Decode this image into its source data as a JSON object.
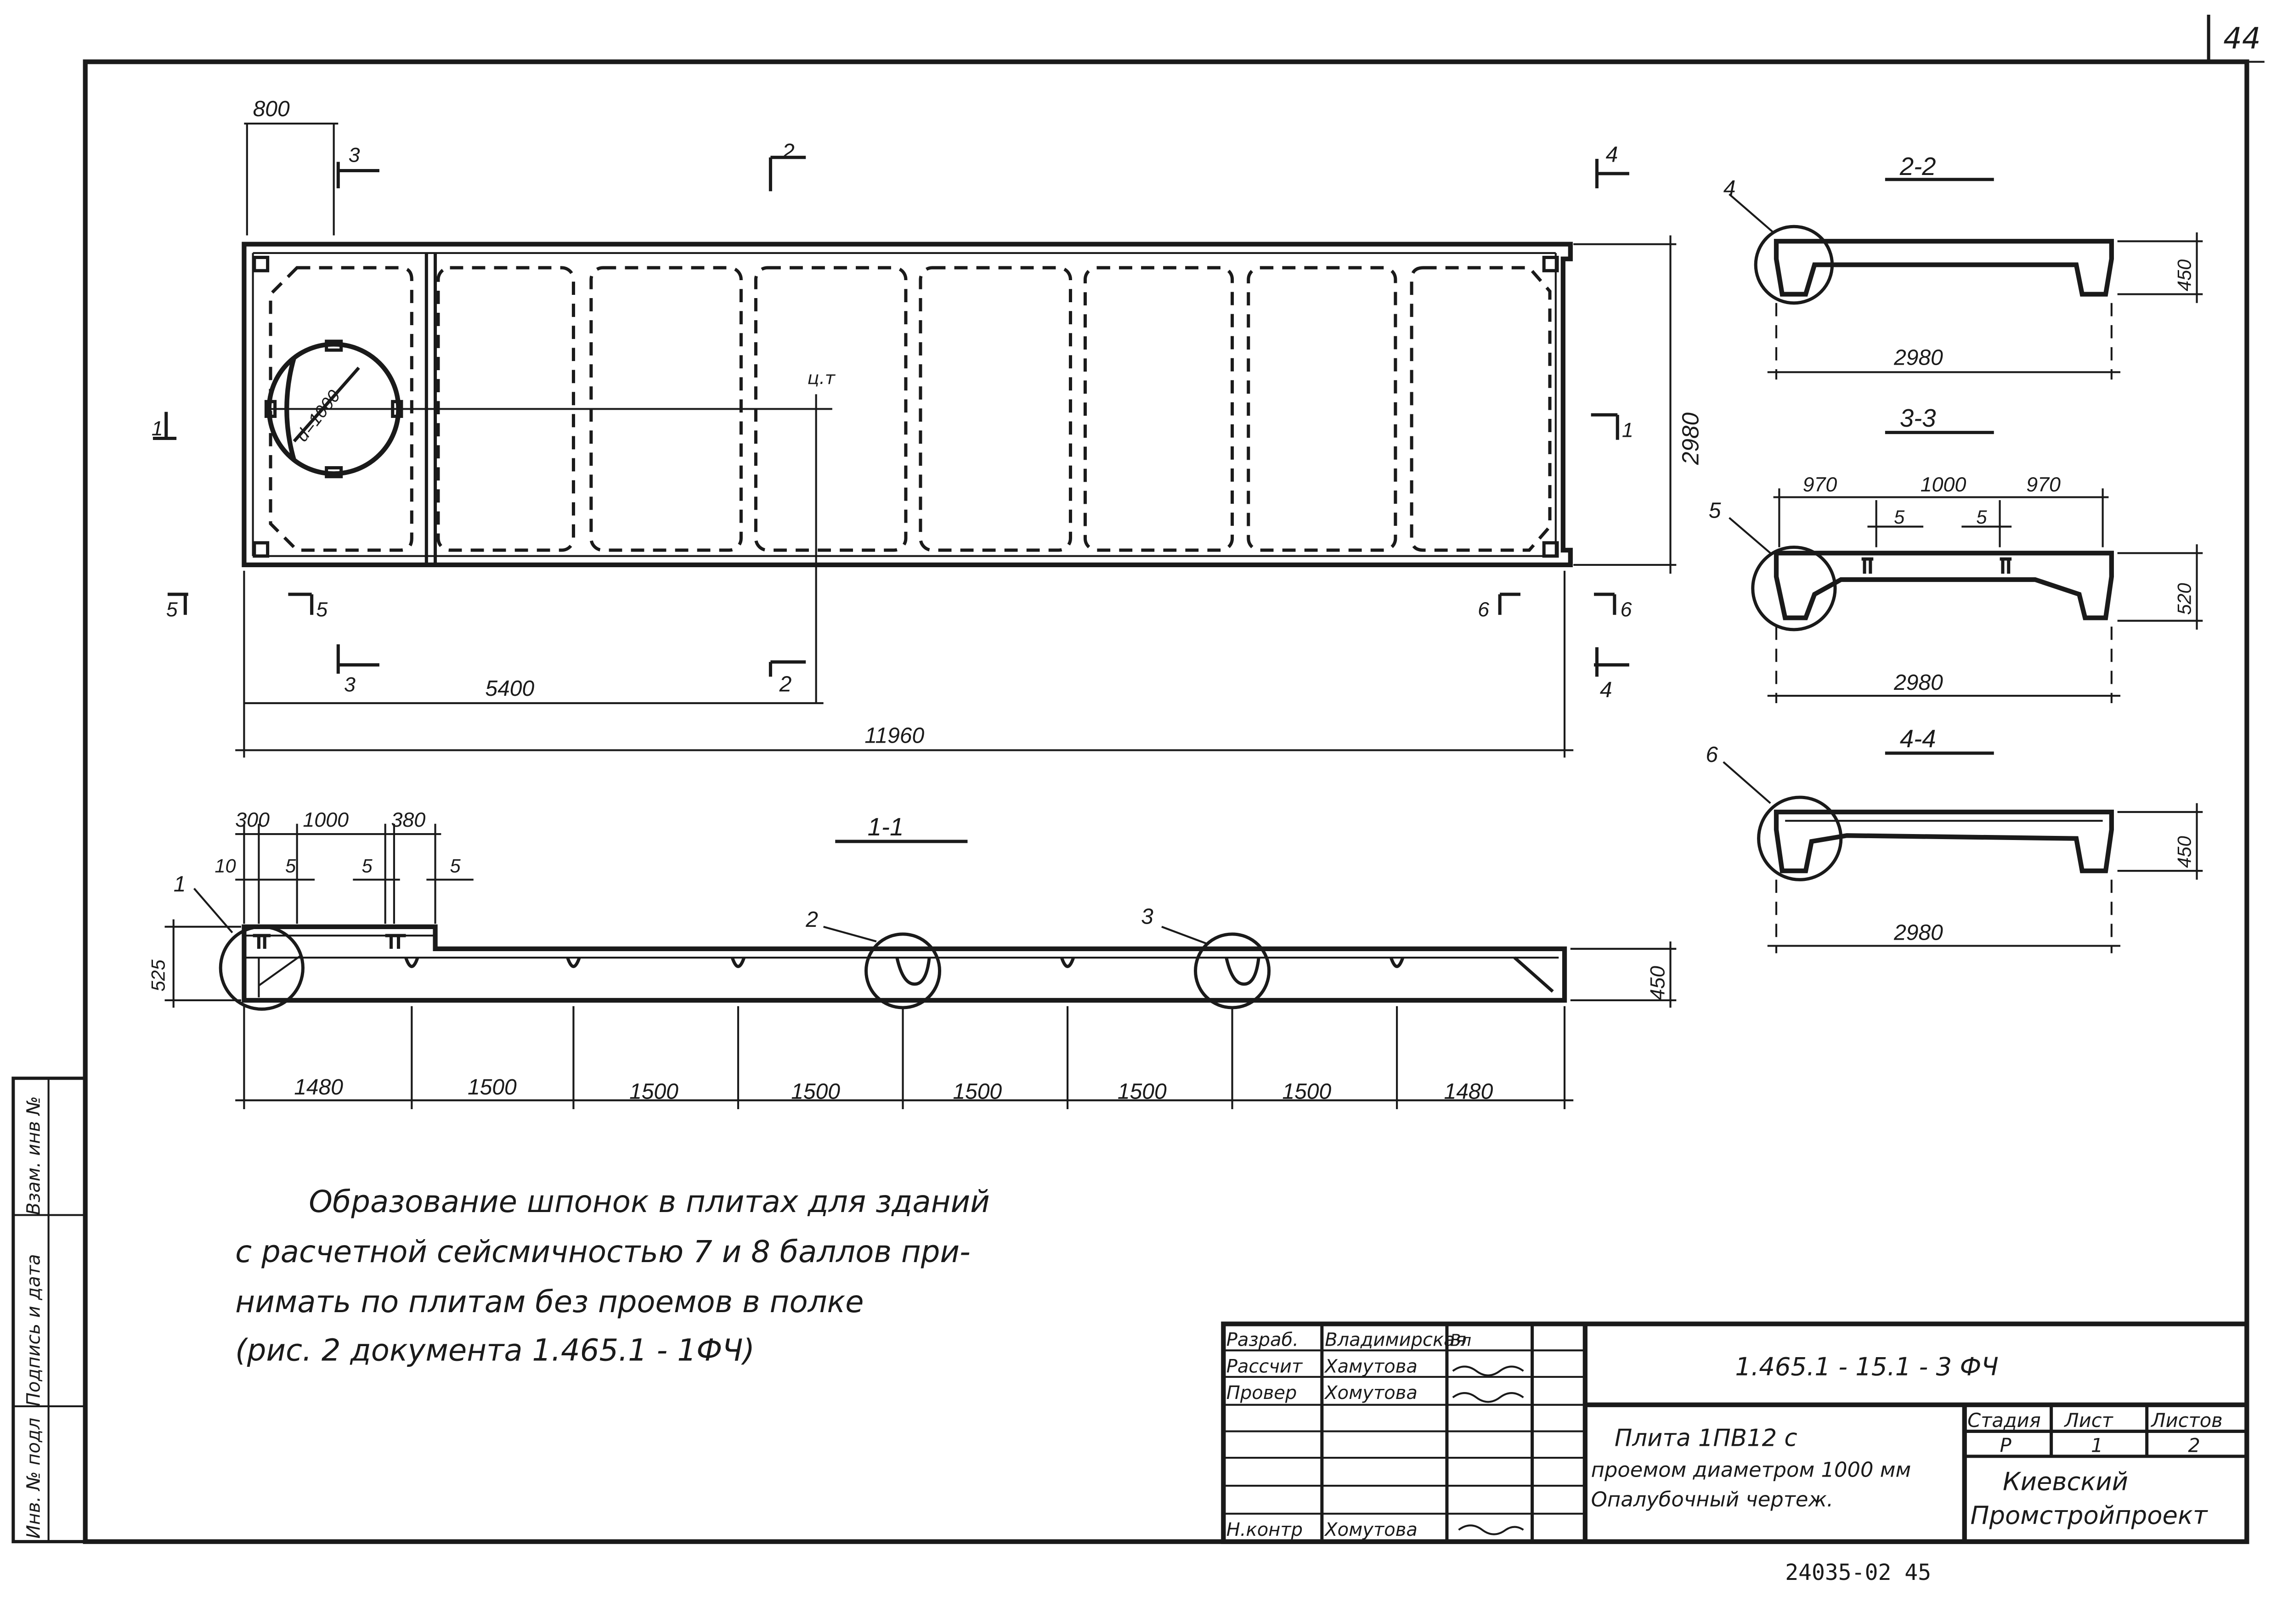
{
  "sheet_number": "44",
  "archive_number": "24035-02  45",
  "side_stamp": [
    "Взам. инв №",
    "Подпись и дата",
    "Инв. № подл"
  ],
  "plan": {
    "dim_800": "800",
    "dim_width": "2980",
    "dim_5400": "5400",
    "dim_length": "11960",
    "opening_label": "d=1000",
    "cg_label": "ц.т"
  },
  "cuts": {
    "c1": "1",
    "c2": "2",
    "c3": "3",
    "c4": "4",
    "c5": "5",
    "c6": "6"
  },
  "sections": {
    "s11": {
      "title": "1-1",
      "top_dims": [
        "300",
        "1000",
        "380"
      ],
      "mid_dims": [
        "10",
        "5",
        "5",
        "5"
      ],
      "left_height": "525",
      "right_height": "450",
      "details": [
        "1",
        "2",
        "3"
      ],
      "spans": [
        "1480",
        "1500",
        "1500",
        "1500",
        "1500",
        "1500",
        "1500",
        "1480"
      ]
    },
    "s22": {
      "title": "2-2",
      "detail": "4",
      "height": "450",
      "width": "2980"
    },
    "s33": {
      "title": "3-3",
      "detail": "5",
      "top_dims": [
        "970",
        "1000",
        "970"
      ],
      "small_dims": [
        "5",
        "5"
      ],
      "height": "520",
      "width": "2980"
    },
    "s44": {
      "title": "4-4",
      "detail": "6",
      "height": "450",
      "width": "2980"
    }
  },
  "note": [
    "Образование  шпонок  в плитах  для  зданий",
    "с расчетной  сейсмичностью  7 и 8  баллов  при-",
    "нимать  по  плитам  без  проемов  в  полке",
    "(рис. 2  документа  1.465.1 - 1ФЧ)"
  ],
  "title_block": {
    "rows": [
      {
        "role": "Разраб.",
        "name": "Владимирская",
        "sign": "Вл"
      },
      {
        "role": "Рассчит",
        "name": "Хамутова"
      },
      {
        "role": "Провер",
        "name": "Хомутова"
      },
      {
        "role": "Н.контр",
        "name": "Хомутова"
      }
    ],
    "code": "1.465.1 - 15.1 - 3 ФЧ",
    "title": [
      "Плита  1ПВ12  с",
      "проемом  диаметром 1000 мм",
      "Опалубочный  чертеж."
    ],
    "stage_header": "Стадия",
    "sheet_header": "Лист",
    "sheets_header": "Листов",
    "stage": "Р",
    "sheet": "1",
    "sheets": "2",
    "organization": [
      "Киевский",
      "Промстройпроект"
    ]
  }
}
